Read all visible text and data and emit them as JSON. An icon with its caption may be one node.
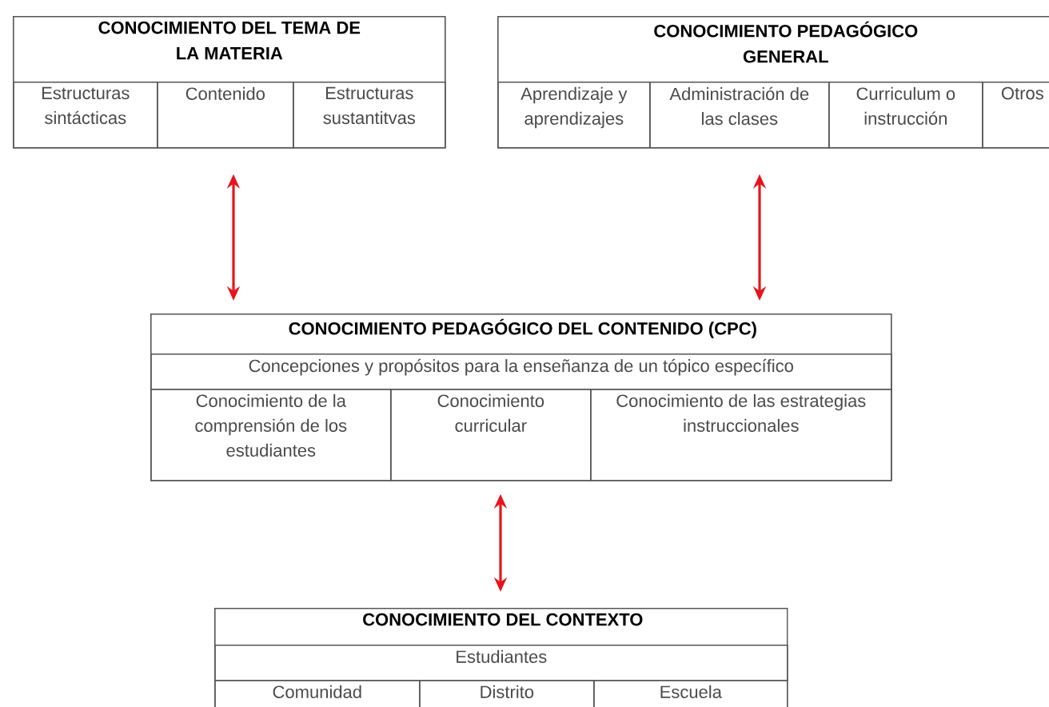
{
  "diagram": {
    "nodes": [
      {
        "text": [
          "CONOCIMIENTO DEL TEMA DE LA MATERIA"
        ]
      },
      {
        "text": [
          "Estructuras sintácticas"
        ],
        "in": 0
      },
      {
        "text": [
          "Contenido"
        ],
        "in": 0
      },
      {
        "text": [
          "Estructuras sustantitvas"
        ],
        "in": 0
      },
      {
        "text": [
          "CONOCIMIENTO PEDAGÓGICO GENERAL"
        ]
      },
      {
        "text": [
          "Aprendizaje y aprendizajes"
        ],
        "in": 4
      },
      {
        "text": [
          "Administración de las clases"
        ],
        "in": 4
      },
      {
        "text": [
          "Curriculum o instrucción"
        ],
        "in": 4
      },
      {
        "text": [
          "Otros"
        ],
        "in": 4
      },
      {
        "text": [
          "CONOCIMIENTO PEDAGÓGICO DEL CONTENIDO (CPC)"
        ]
      },
      {
        "text": [
          "Concepciones y propósitos para la enseñanza de un tópico específico"
        ],
        "in": 9
      },
      {
        "text": [
          "Conocimiento de la comprensión de los estudiantes"
        ],
        "in": 9
      },
      {
        "text": [
          "Conocimiento curricular"
        ],
        "in": 9
      },
      {
        "text": [
          "Conocimiento de las estrategias instruccionales"
        ],
        "in": 9
      },
      {
        "text": [
          "CONOCIMIENTO DEL CONTEXTO"
        ]
      },
      {
        "text": [
          "Estudiantes"
        ],
        "in": 14
      },
      {
        "text": [
          "Comunidad"
        ],
        "in": 14
      },
      {
        "text": [
          "Distrito"
        ],
        "in": 14
      },
      {
        "text": [
          "Escuela"
        ],
        "in": 14
      }
    ],
    "edges": [
      {
        "from": 0,
        "to": 9,
        "arrow": "both",
        "color": "#e8141b"
      },
      {
        "from": 4,
        "to": 9,
        "arrow": "both",
        "color": "#e8141b"
      },
      {
        "from": 9,
        "to": 14,
        "arrow": "both",
        "color": "#e8141b"
      }
    ]
  }
}
